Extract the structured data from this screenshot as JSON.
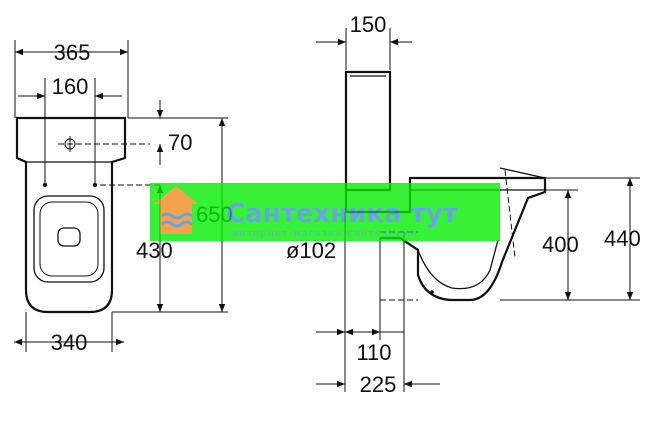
{
  "drawing": {
    "front_view": {
      "dim_overall_width": "365",
      "dim_mount_spacing": "160",
      "dim_hole_offset": "70",
      "dim_depth": "650",
      "dim_mount_height": "430",
      "dim_base_width": "340"
    },
    "side_view": {
      "dim_tank_depth": "150",
      "dim_outlet_diameter": "ø102",
      "dim_outlet_offset_1": "110",
      "dim_outlet_offset_2": "225",
      "dim_seat_height": "400",
      "dim_total_height": "440"
    }
  },
  "watermark": {
    "title": "Сантехника тут",
    "subtitle": "интернет-магазин сантехники",
    "color_green": "#00ee00",
    "color_orange": "#f08a1c",
    "color_blue": "#3d8fd6"
  }
}
